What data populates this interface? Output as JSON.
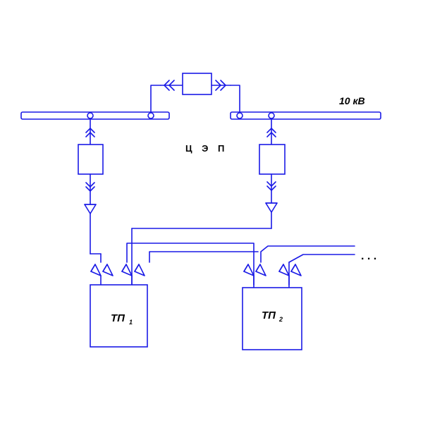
{
  "labels": {
    "voltage": "10 кВ",
    "center": "Ц Э П",
    "substation_1": "ТП",
    "substation_1_index": "1",
    "substation_2": "ТП",
    "substation_2_index": "2",
    "continuation": ". . ."
  },
  "colors": {
    "line": "#1a1ae6",
    "text": "#000000",
    "background": "#ffffff"
  }
}
